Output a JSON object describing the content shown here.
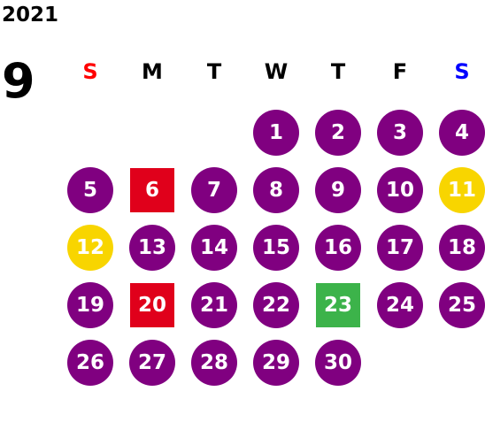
{
  "calendar": {
    "year": "2021",
    "month": "9",
    "colors": {
      "purple": "#800080",
      "red": "#e0001b",
      "yellow": "#f8d500",
      "green": "#3cb34a",
      "sunday_header": "#ff0000",
      "saturday_header": "#0000ff",
      "weekday_header": "#000000"
    },
    "weekdays": [
      {
        "label": "S",
        "color": "#ff0000"
      },
      {
        "label": "M",
        "color": "#000000"
      },
      {
        "label": "T",
        "color": "#000000"
      },
      {
        "label": "W",
        "color": "#000000"
      },
      {
        "label": "T",
        "color": "#000000"
      },
      {
        "label": "F",
        "color": "#000000"
      },
      {
        "label": "S",
        "color": "#0000ff"
      }
    ],
    "days": [
      {
        "label": "1",
        "shape": "circle",
        "color": "#800080"
      },
      {
        "label": "2",
        "shape": "circle",
        "color": "#800080"
      },
      {
        "label": "3",
        "shape": "circle",
        "color": "#800080"
      },
      {
        "label": "4",
        "shape": "circle",
        "color": "#800080"
      },
      {
        "label": "5",
        "shape": "circle",
        "color": "#800080"
      },
      {
        "label": "6",
        "shape": "square",
        "color": "#e0001b"
      },
      {
        "label": "7",
        "shape": "circle",
        "color": "#800080"
      },
      {
        "label": "8",
        "shape": "circle",
        "color": "#800080"
      },
      {
        "label": "9",
        "shape": "circle",
        "color": "#800080"
      },
      {
        "label": "10",
        "shape": "circle",
        "color": "#800080"
      },
      {
        "label": "11",
        "shape": "circle",
        "color": "#f8d500"
      },
      {
        "label": "12",
        "shape": "circle",
        "color": "#f8d500"
      },
      {
        "label": "13",
        "shape": "circle",
        "color": "#800080"
      },
      {
        "label": "14",
        "shape": "circle",
        "color": "#800080"
      },
      {
        "label": "15",
        "shape": "circle",
        "color": "#800080"
      },
      {
        "label": "16",
        "shape": "circle",
        "color": "#800080"
      },
      {
        "label": "17",
        "shape": "circle",
        "color": "#800080"
      },
      {
        "label": "18",
        "shape": "circle",
        "color": "#800080"
      },
      {
        "label": "19",
        "shape": "circle",
        "color": "#800080"
      },
      {
        "label": "20",
        "shape": "square",
        "color": "#e0001b"
      },
      {
        "label": "21",
        "shape": "circle",
        "color": "#800080"
      },
      {
        "label": "22",
        "shape": "circle",
        "color": "#800080"
      },
      {
        "label": "23",
        "shape": "square",
        "color": "#3cb34a"
      },
      {
        "label": "24",
        "shape": "circle",
        "color": "#800080"
      },
      {
        "label": "25",
        "shape": "circle",
        "color": "#800080"
      },
      {
        "label": "26",
        "shape": "circle",
        "color": "#800080"
      },
      {
        "label": "27",
        "shape": "circle",
        "color": "#800080"
      },
      {
        "label": "28",
        "shape": "circle",
        "color": "#800080"
      },
      {
        "label": "29",
        "shape": "circle",
        "color": "#800080"
      },
      {
        "label": "30",
        "shape": "circle",
        "color": "#800080"
      }
    ]
  }
}
